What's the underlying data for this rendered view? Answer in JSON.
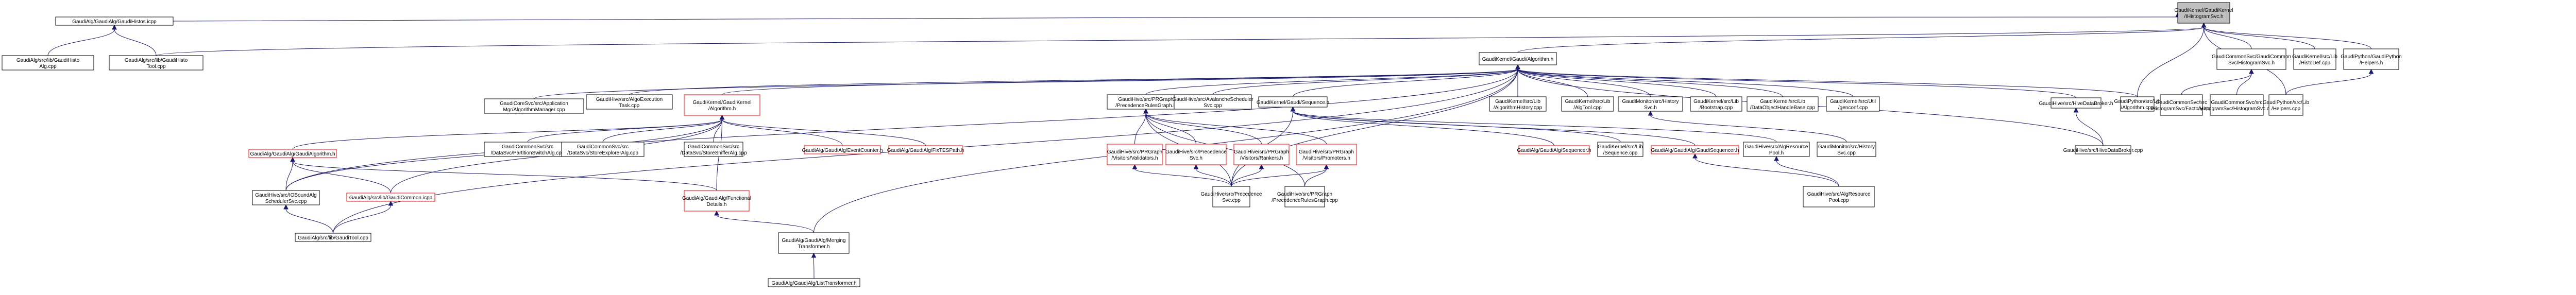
{
  "diagram": {
    "title": "GaudiKernel/GaudiKernel/IHistogramSvc.h",
    "colors": {
      "edge": "#191970",
      "root_fill": "#bfbfbf",
      "border_normal": "#000000",
      "border_truncated": "#ff0000"
    },
    "nodes": [
      {
        "id": "root",
        "lines": [
          "GaudiKernel/GaudiKernel",
          "/IHistogramSvc.h"
        ],
        "style": "root"
      },
      {
        "id": "histos_icpp",
        "lines": [
          "GaudiAlg/GaudiAlg/GaudiHistos.icpp"
        ],
        "style": "normal"
      },
      {
        "id": "histoalg_cpp",
        "lines": [
          "GaudiAlg/src/lib/GaudiHisto",
          "Alg.cpp"
        ],
        "style": "normal"
      },
      {
        "id": "histotool_cpp",
        "lines": [
          "GaudiAlg/src/lib/GaudiHisto",
          "Tool.cpp"
        ],
        "style": "normal"
      },
      {
        "id": "gaudi_algorithm_h",
        "lines": [
          "GaudiKernel/Gaudi/Algorithm.h"
        ],
        "style": "normal"
      },
      {
        "id": "algmgr",
        "lines": [
          "GaudiCoreSvc/src/Application",
          "Mgr/AlgorithmManager.cpp"
        ],
        "style": "normal"
      },
      {
        "id": "algoexec",
        "lines": [
          "GaudiHive/src/AlgoExecution",
          "Task.cpp"
        ],
        "style": "normal"
      },
      {
        "id": "gk_algorithm_h",
        "lines": [
          "GaudiKernel/GaudiKernel",
          "/Algorithm.h"
        ],
        "style": "red"
      },
      {
        "id": "prgraph_h",
        "lines": [
          "GaudiHive/src/PRGraph",
          "/PrecedenceRulesGraph.h"
        ],
        "style": "normal"
      },
      {
        "id": "avalanche",
        "lines": [
          "GaudiHive/src/AvalancheScheduler",
          "Svc.cpp"
        ],
        "style": "normal"
      },
      {
        "id": "sequence_h",
        "lines": [
          "GaudiKernel/Gaudi/Sequence.h"
        ],
        "style": "normal"
      },
      {
        "id": "alghistory",
        "lines": [
          "GaudiKernel/src/Lib",
          "/AlgorithmHistory.cpp"
        ],
        "style": "normal"
      },
      {
        "id": "algtool",
        "lines": [
          "GaudiKernel/src/Lib",
          "/AlgTool.cpp"
        ],
        "style": "normal"
      },
      {
        "id": "historysvc_h",
        "lines": [
          "GaudiMonitor/src/History",
          "Svc.h"
        ],
        "style": "normal"
      },
      {
        "id": "bootstrap",
        "lines": [
          "GaudiKernel/src/Lib",
          "/Bootstrap.cpp"
        ],
        "style": "normal"
      },
      {
        "id": "dohandle",
        "lines": [
          "GaudiKernel/src/Lib",
          "/DataObjectHandleBase.cpp"
        ],
        "style": "normal"
      },
      {
        "id": "genconf",
        "lines": [
          "GaudiKernel/src/Util",
          "/genconf.cpp"
        ],
        "style": "normal"
      },
      {
        "id": "hivebroker_h",
        "lines": [
          "GaudiHive/src/HiveDataBroker.h"
        ],
        "style": "normal"
      },
      {
        "id": "py_algorithm",
        "lines": [
          "GaudiPython/src/Lib",
          "/Algorithm.cpp"
        ],
        "style": "normal"
      },
      {
        "id": "histsvc_h",
        "lines": [
          "GaudiCommonSvc/GaudiCommon",
          "Svc/HistogramSvc.h"
        ],
        "style": "normal"
      },
      {
        "id": "histodef",
        "lines": [
          "GaudiKernel/src/Lib",
          "/HistoDef.cpp"
        ],
        "style": "normal"
      },
      {
        "id": "py_helpers_h",
        "lines": [
          "GaudiPython/GaudiPython",
          "/Helpers.h"
        ],
        "style": "normal"
      },
      {
        "id": "hs_factory",
        "lines": [
          "GaudiCommonSvc/src",
          "/HistogramSvc/Factory.cpp"
        ],
        "style": "normal"
      },
      {
        "id": "hs_cpp",
        "lines": [
          "GaudiCommonSvc/src",
          "/HistogramSvc/HistogramSvc.cpp"
        ],
        "style": "normal"
      },
      {
        "id": "py_helpers_cpp",
        "lines": [
          "GaudiPython/src/Lib",
          "/Helpers.cpp"
        ],
        "style": "normal"
      },
      {
        "id": "ga_algorithm_h",
        "lines": [
          "GaudiAlg/GaudiAlg/GaudiAlgorithm.h"
        ],
        "style": "red"
      },
      {
        "id": "partitionswitch",
        "lines": [
          "GaudiCommonSvc/src",
          "/DataSvc/PartitionSwitchAlg.cpp"
        ],
        "style": "normal"
      },
      {
        "id": "storeexplorer",
        "lines": [
          "GaudiCommonSvc/src",
          "/DataSvc/StoreExplorerAlg.cpp"
        ],
        "style": "normal"
      },
      {
        "id": "storesniffer",
        "lines": [
          "GaudiCommonSvc/src",
          "/DataSvc/StoreSnifferAlg.cpp"
        ],
        "style": "normal"
      },
      {
        "id": "eventcounter",
        "lines": [
          "GaudiAlg/GaudiAlg/EventCounter.h"
        ],
        "style": "red"
      },
      {
        "id": "fixtespath",
        "lines": [
          "GaudiAlg/GaudiAlg/FixTESPath.h"
        ],
        "style": "red"
      },
      {
        "id": "validators",
        "lines": [
          "GaudiHive/src/PRGraph",
          "/Visitors/Validators.h"
        ],
        "style": "red"
      },
      {
        "id": "precsvc_h",
        "lines": [
          "GaudiHive/src/Precedence",
          "Svc.h"
        ],
        "style": "red"
      },
      {
        "id": "rankers",
        "lines": [
          "GaudiHive/src/PRGraph",
          "/Visitors/Rankers.h"
        ],
        "style": "red"
      },
      {
        "id": "promoters",
        "lines": [
          "GaudiHive/src/PRGraph",
          "/Visitors/Promoters.h"
        ],
        "style": "red"
      },
      {
        "id": "sequencer_h",
        "lines": [
          "GaudiAlg/GaudiAlg/Sequencer.h"
        ],
        "style": "red"
      },
      {
        "id": "sequence_cpp",
        "lines": [
          "GaudiKernel/src/Lib",
          "/Sequence.cpp"
        ],
        "style": "normal"
      },
      {
        "id": "gaudisequencer_h",
        "lines": [
          "GaudiAlg/GaudiAlg/GaudiSequencer.h"
        ],
        "style": "red"
      },
      {
        "id": "algrespool_h",
        "lines": [
          "GaudiHive/src/AlgResource",
          "Pool.h"
        ],
        "style": "normal"
      },
      {
        "id": "historysvc_cpp",
        "lines": [
          "GaudiMonitor/src/History",
          "Svc.cpp"
        ],
        "style": "normal"
      },
      {
        "id": "hivebroker_cpp",
        "lines": [
          "GaudiHive/src/HiveDataBroker.cpp"
        ],
        "style": "normal"
      },
      {
        "id": "ioboundalg",
        "lines": [
          "GaudiHive/src/IOBoundAlg",
          "SchedulerSvc.cpp"
        ],
        "style": "normal"
      },
      {
        "id": "gaudicommon_icpp",
        "lines": [
          "GaudiAlg/src/lib/GaudiCommon.icpp"
        ],
        "style": "red"
      },
      {
        "id": "functional_details",
        "lines": [
          "GaudiAlg/GaudiAlg/Functional",
          "Details.h"
        ],
        "style": "red"
      },
      {
        "id": "precsvc_cpp",
        "lines": [
          "GaudiHive/src/Precedence",
          "Svc.cpp"
        ],
        "style": "normal"
      },
      {
        "id": "prgraph_cpp",
        "lines": [
          "GaudiHive/src/PRGraph",
          "/PrecedenceRulesGraph.cpp"
        ],
        "style": "normal"
      },
      {
        "id": "algrespool_cpp",
        "lines": [
          "GaudiHive/src/AlgResource",
          "Pool.cpp"
        ],
        "style": "normal"
      },
      {
        "id": "gaudiexample",
        "lines": [
          "GaudiAlg/src/lib/GaudiTool.cpp"
        ],
        "style": "normal"
      },
      {
        "id": "merging",
        "lines": [
          "GaudiAlg/GaudiAlg/Merging",
          "Transformer.h"
        ],
        "style": "normal"
      },
      {
        "id": "listtransformer",
        "lines": [
          "GaudiAlg/GaudiAlg/ListTransformer.h"
        ],
        "style": "normal"
      }
    ],
    "edges": [
      [
        "histos_icpp",
        "root"
      ],
      [
        "histotool_cpp",
        "root"
      ],
      [
        "histoalg_cpp",
        "histos_icpp"
      ],
      [
        "histotool_cpp",
        "histos_icpp"
      ],
      [
        "gaudi_algorithm_h",
        "root"
      ],
      [
        "histsvc_h",
        "root"
      ],
      [
        "histodef",
        "root"
      ],
      [
        "py_helpers_h",
        "root"
      ],
      [
        "py_algorithm",
        "root"
      ],
      [
        "py_helpers_cpp",
        "root"
      ],
      [
        "hs_factory",
        "histsvc_h"
      ],
      [
        "hs_cpp",
        "histsvc_h"
      ],
      [
        "py_helpers_cpp",
        "py_helpers_h"
      ],
      [
        "algmgr",
        "gaudi_algorithm_h"
      ],
      [
        "algoexec",
        "gaudi_algorithm_h"
      ],
      [
        "gk_algorithm_h",
        "gaudi_algorithm_h"
      ],
      [
        "prgraph_h",
        "gaudi_algorithm_h"
      ],
      [
        "avalanche",
        "gaudi_algorithm_h"
      ],
      [
        "sequence_h",
        "gaudi_algorithm_h"
      ],
      [
        "alghistory",
        "gaudi_algorithm_h"
      ],
      [
        "algtool",
        "gaudi_algorithm_h"
      ],
      [
        "historysvc_h",
        "gaudi_algorithm_h"
      ],
      [
        "bootstrap",
        "gaudi_algorithm_h"
      ],
      [
        "dohandle",
        "gaudi_algorithm_h"
      ],
      [
        "genconf",
        "gaudi_algorithm_h"
      ],
      [
        "hivebroker_h",
        "gaudi_algorithm_h"
      ],
      [
        "py_algorithm",
        "gaudi_algorithm_h"
      ],
      [
        "hivebroker_cpp",
        "gaudi_algorithm_h"
      ],
      [
        "merging",
        "gaudi_algorithm_h"
      ],
      [
        "precsvc_cpp",
        "gaudi_algorithm_h"
      ],
      [
        "ioboundalg",
        "gaudi_algorithm_h"
      ],
      [
        "gaudiexample",
        "gaudi_algorithm_h"
      ],
      [
        "ga_algorithm_h",
        "gk_algorithm_h"
      ],
      [
        "partitionswitch",
        "gk_algorithm_h"
      ],
      [
        "storeexplorer",
        "gk_algorithm_h"
      ],
      [
        "storesniffer",
        "gk_algorithm_h"
      ],
      [
        "eventcounter",
        "gk_algorithm_h"
      ],
      [
        "fixtespath",
        "gk_algorithm_h"
      ],
      [
        "gaudicommon_icpp",
        "gk_algorithm_h"
      ],
      [
        "functional_details",
        "gk_algorithm_h"
      ],
      [
        "ioboundalg",
        "gk_algorithm_h"
      ],
      [
        "ioboundalg",
        "ga_algorithm_h"
      ],
      [
        "gaudicommon_icpp",
        "ga_algorithm_h"
      ],
      [
        "functional_details",
        "ga_algorithm_h"
      ],
      [
        "gaudiexample",
        "gaudicommon_icpp"
      ],
      [
        "gaudiexample",
        "ioboundalg"
      ],
      [
        "merging",
        "functional_details"
      ],
      [
        "listtransformer",
        "merging"
      ],
      [
        "validators",
        "prgraph_h"
      ],
      [
        "precsvc_h",
        "prgraph_h"
      ],
      [
        "rankers",
        "prgraph_h"
      ],
      [
        "promoters",
        "prgraph_h"
      ],
      [
        "precsvc_cpp",
        "prgraph_h"
      ],
      [
        "prgraph_cpp",
        "prgraph_h"
      ],
      [
        "precsvc_cpp",
        "validators"
      ],
      [
        "precsvc_cpp",
        "precsvc_h"
      ],
      [
        "precsvc_cpp",
        "rankers"
      ],
      [
        "precsvc_cpp",
        "promoters"
      ],
      [
        "prgraph_cpp",
        "promoters"
      ],
      [
        "sequencer_h",
        "sequence_h"
      ],
      [
        "sequence_cpp",
        "sequence_h"
      ],
      [
        "gaudisequencer_h",
        "sequence_h"
      ],
      [
        "algrespool_h",
        "sequence_h"
      ],
      [
        "precsvc_cpp",
        "sequence_h"
      ],
      [
        "algrespool_cpp",
        "gaudisequencer_h"
      ],
      [
        "algrespool_cpp",
        "algrespool_h"
      ],
      [
        "historysvc_cpp",
        "historysvc_h"
      ],
      [
        "hivebroker_cpp",
        "hivebroker_h"
      ]
    ]
  }
}
